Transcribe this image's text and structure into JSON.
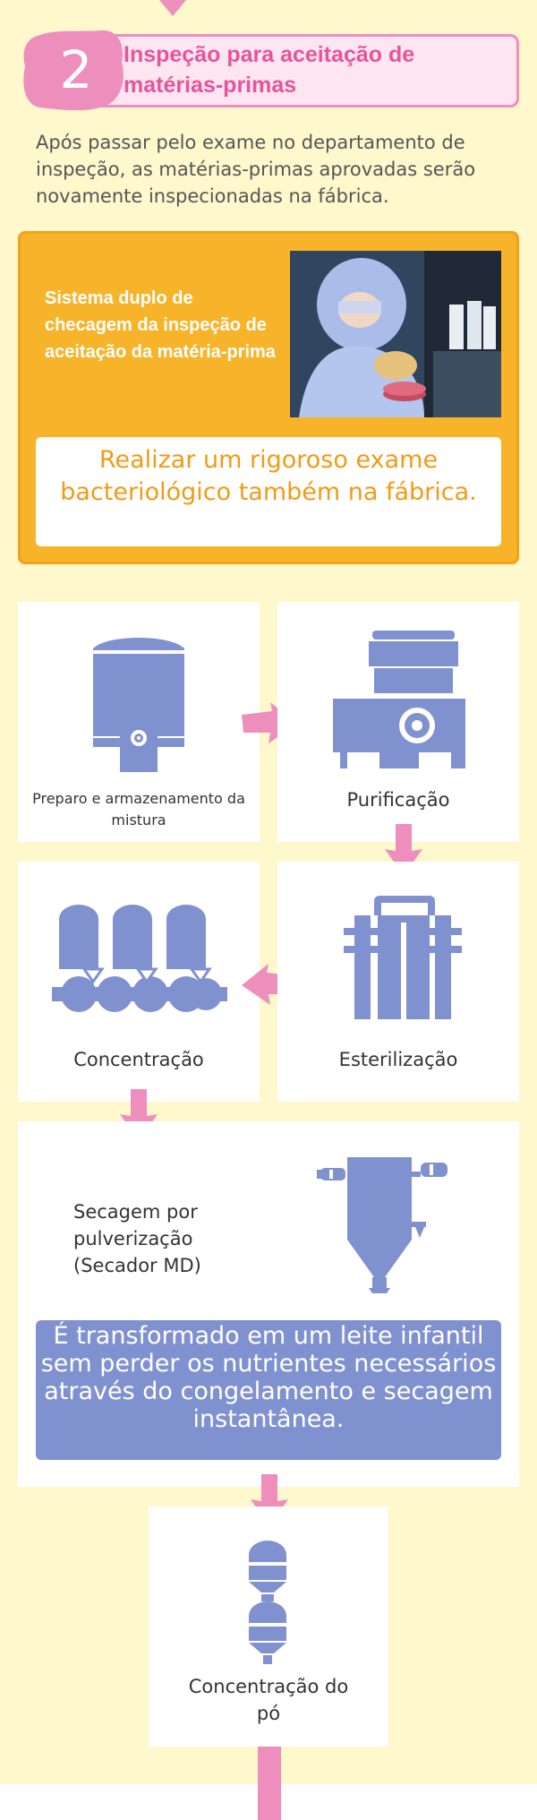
{
  "step": {
    "number": "2",
    "title": "Inspeção para aceitação de matérias-primas"
  },
  "intro": "Após passar pelo exame no departamento de inspeção, as matérias-primas aprovadas serão novamente inspecionadas na fábrica.",
  "orange_box": {
    "label": "Sistema duplo de checagem da inspeção de aceitação da matéria-prima",
    "highlight": "Realizar um rigoroso exame bacteriológico também na fábrica."
  },
  "process": {
    "mixing": "Preparo e armazenamento da mistura",
    "purification": "Purificação",
    "concentration": "Concentração",
    "sterilization": "Esterilização",
    "spray_drying": "Secagem por pulverização (Secador MD)",
    "spray_note": "É transformado em um leite infantil sem perder os nutrientes necessários através do congelamento e secagem instantânea.",
    "powder_concentration": "Concentração do pó"
  },
  "colors": {
    "background": "#fef8cc",
    "pink": "#ee8ebc",
    "orange": "#f7b42b",
    "icon": "#8091d0"
  }
}
